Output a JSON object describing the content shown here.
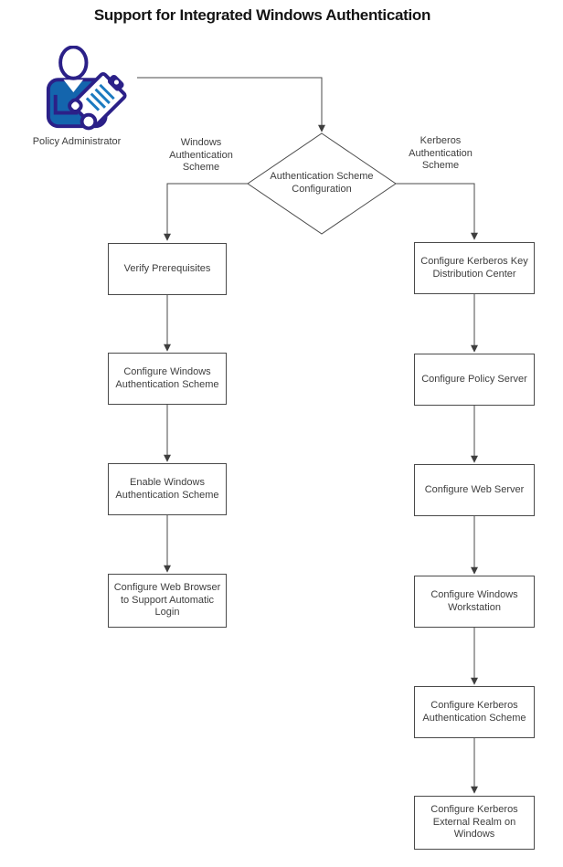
{
  "title": "Support for Integrated Windows Authentication",
  "actor": {
    "label": "Policy Administrator",
    "icon": "policy-administrator-icon"
  },
  "decision": {
    "label": "Authentication Scheme Configuration"
  },
  "branches": {
    "windows": {
      "label": "Windows Authentication Scheme",
      "steps": [
        "Verify Prerequisites",
        "Configure Windows Authentication Scheme",
        "Enable Windows Authentication Scheme",
        "Configure Web Browser to Support Automatic Login"
      ]
    },
    "kerberos": {
      "label": "Kerberos Authentication Scheme",
      "steps": [
        "Configure Kerberos Key Distribution Center",
        "Configure Policy Server",
        "Configure Web Server",
        "Configure Windows Workstation",
        "Configure Kerberos Authentication Scheme",
        "Configure Kerberos External Realm on Windows"
      ]
    }
  },
  "colors": {
    "line": "#4a4a4a",
    "text": "#3d3d3d",
    "title_text": "#141414",
    "icon_outline": "#2b2088",
    "icon_fill": "#1465ad",
    "icon_hatch": "#1b7ac0"
  }
}
